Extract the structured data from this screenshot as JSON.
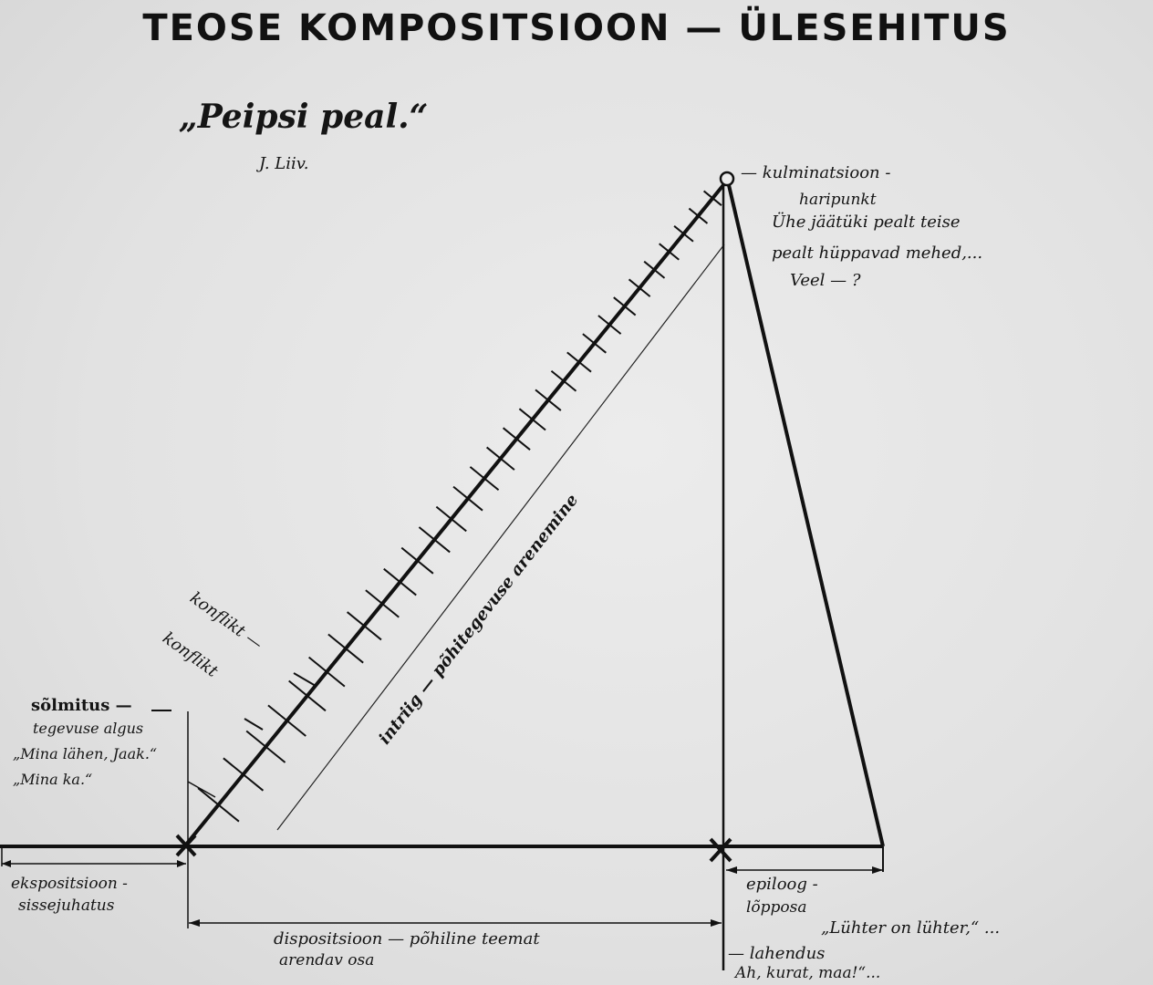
{
  "title": "TEOSE KOMPOSITSIOON — ÜLESEHITUS",
  "work": {
    "name": "„Peipsi peal.“",
    "author": "J. Liiv."
  },
  "climax": {
    "label": "— kulminatsioon -",
    "sublabel": "haripunkt",
    "quote_line1": "Ühe jäätüki pealt teise",
    "quote_line2": "pealt hüppavad mehed,...",
    "quote_line3": "Veel — ?"
  },
  "knot": {
    "label": "sõlmitus —",
    "sublabel": "tegevuse algus",
    "quote_line1": "„Mina lähen, Jaak.“",
    "quote_line2": "„Mina ka.“"
  },
  "conflicts": [
    "konflikt —",
    "konflikt"
  ],
  "rising": {
    "label": "intriig — põhitegevuse arenemine"
  },
  "exposition": {
    "line1": "ekspositsioon -",
    "line2": "sissejuhatus"
  },
  "disposition": {
    "line1": "dispositsioon — põhiline teemat",
    "line2": "arendav osa"
  },
  "epilogue": {
    "line1": "epiloog -",
    "line2": "lõpposa",
    "quote": "„Lühter on lühter,“ ..."
  },
  "resolution": {
    "label": "— lahendus",
    "quote": "Ah, kurat, maa!“..."
  },
  "colors": {
    "ink": "#111111",
    "paper": "#e4e4e4"
  }
}
